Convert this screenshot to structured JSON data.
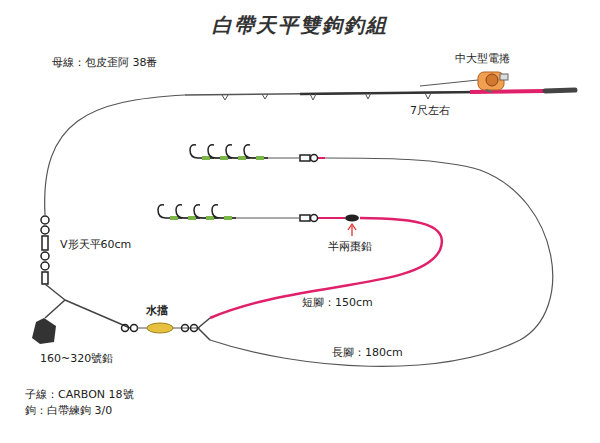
{
  "diagram": {
    "title": "白帶天平雙鉤釣組",
    "labels": [
      "母線：包皮歪阿 38番",
      "中大型電捲",
      "7尺左右",
      "V形天平60cm",
      "160~320號鉛",
      "水擋",
      "半兩棗鉛",
      "短腳：150cm",
      "長腳：180cm",
      "子線：CARBON 18號",
      "鉤：白帶練鉤 3/0"
    ]
  }
}
